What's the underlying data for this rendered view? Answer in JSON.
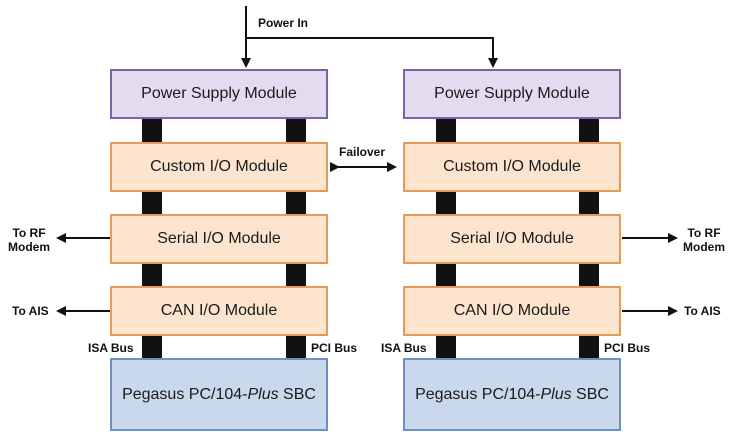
{
  "labels": {
    "power_in": "Power In",
    "failover": "Failover",
    "isa_bus": "ISA Bus",
    "pci_bus": "PCI Bus",
    "to_rf_line1": "To RF",
    "to_rf_line2": "Modem",
    "to_ais": "To AIS"
  },
  "left_stack": {
    "power": "Power Supply Module",
    "custom_io": "Custom I/O Module",
    "serial_io": "Serial I/O Module",
    "can_io": "CAN I/O Module",
    "sbc_prefix": "Pegasus PC/104-",
    "sbc_italic": "Plus",
    "sbc_suffix": " SBC"
  },
  "right_stack": {
    "power": "Power Supply Module",
    "custom_io": "Custom I/O Module",
    "serial_io": "Serial I/O Module",
    "can_io": "CAN I/O Module",
    "sbc_prefix": "Pegasus PC/104-",
    "sbc_italic": "Plus",
    "sbc_suffix": " SBC"
  },
  "colors": {
    "power_fill": "#e3dcee",
    "power_border": "#7b64a0",
    "io_fill": "#fde4cf",
    "io_border": "#e69a57",
    "sbc_fill": "#c9d8ec",
    "sbc_border": "#6f8fbd",
    "bus": "#111111"
  }
}
